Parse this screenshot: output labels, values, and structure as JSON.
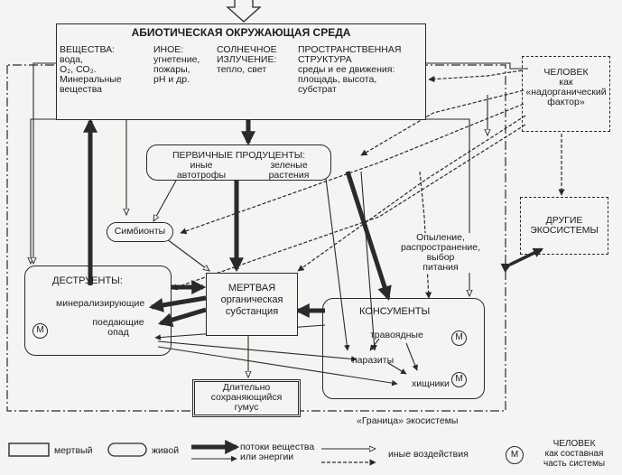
{
  "env": {
    "title": "АБИОТИЧЕСКАЯ ОКРУЖАЮЩАЯ СРЕДА",
    "substances": [
      "ВЕЩЕСТВА:",
      "вода,",
      "О₂, СО₂.",
      "Минеральные",
      "вещества"
    ],
    "other": [
      "ИНОЕ:",
      "угнетение,",
      "пожары,",
      "pH и др."
    ],
    "solar": [
      "СОЛНЕЧНОЕ",
      "ИЗЛУЧЕНИЕ:",
      "тепло, свет"
    ],
    "spatial": [
      "ПРОСТРАНСТВЕННАЯ",
      "СТРУКТУРА",
      "среды и ее движения:",
      "площадь, высота,",
      "субстрат"
    ]
  },
  "human": [
    "ЧЕЛОВЕК",
    "как",
    "«надорганический",
    "фактор»"
  ],
  "producers": {
    "title": "ПЕРВИЧНЫЕ ПРОДУЦЕНТЫ:",
    "left": [
      "иные",
      "автотрофы"
    ],
    "right": [
      "зеленые",
      "растения"
    ]
  },
  "symbionts": "Симбионты",
  "other_ecosystems": [
    "ДРУГИЕ",
    "ЭКОСИСТЕМЫ"
  ],
  "pollination": [
    "Опыление,",
    "распространение,",
    "выбор",
    "питания"
  ],
  "decomposers": {
    "title": "ДЕСТРУЕНТЫ:",
    "mineralizing": "минерализирующие",
    "litter": [
      "поедающие",
      "опад"
    ]
  },
  "dead_matter": [
    "МЕРТВАЯ",
    "органическая",
    "субстанция"
  ],
  "consumers": {
    "title": "КОНСУМЕНТЫ",
    "herbivores": "травоядные",
    "parasites": "паразиты",
    "predators": "хищники"
  },
  "humus": [
    "Длительно",
    "сохраняющийся",
    "гумус"
  ],
  "boundary": "«Граница» экосистемы",
  "m_symbol": "М",
  "legend": {
    "dead": "мертвый",
    "living": "живой",
    "flows": [
      "потоки вещества",
      "или энергии"
    ],
    "other_effects": "иные воздействия",
    "human_part": [
      "ЧЕЛОВЕК",
      "как составная",
      "часть системы"
    ]
  }
}
